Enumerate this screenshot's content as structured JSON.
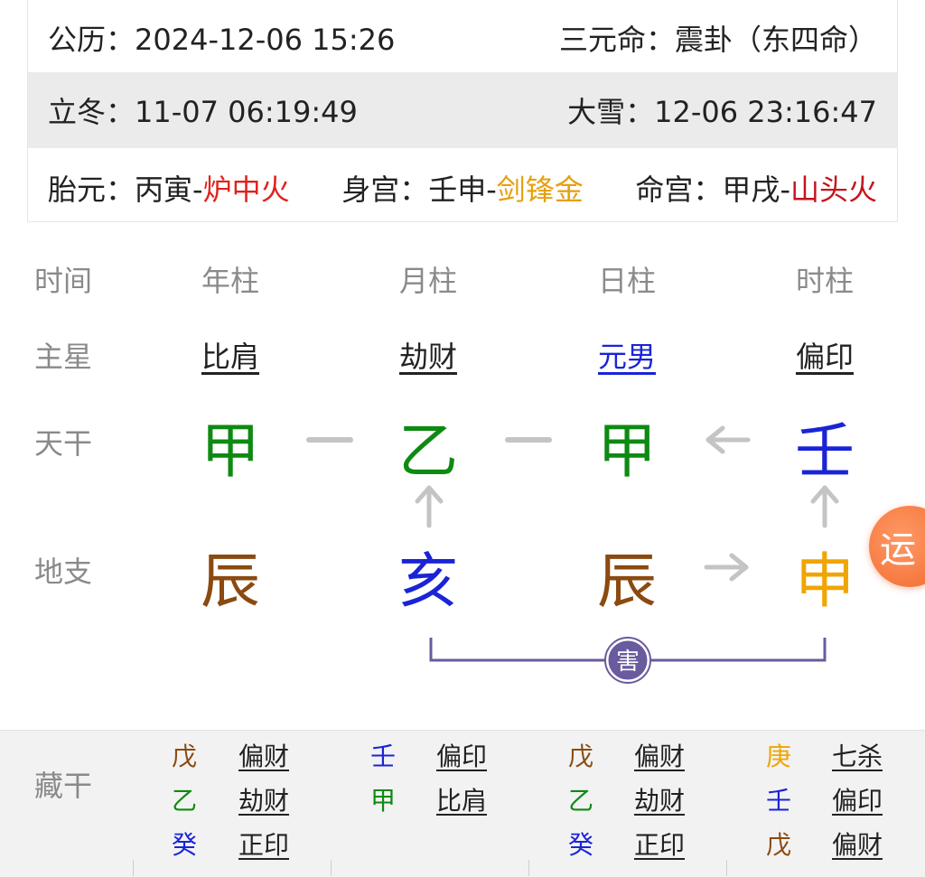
{
  "info": {
    "solar_label": "公历：",
    "solar_value": "2024-12-06 15:26",
    "sanyuan_label": "三元命：",
    "sanyuan_value": "震卦（东四命）",
    "term1_label": "立冬：",
    "term1_value": "11-07 06:19:49",
    "term2_label": "大雪：",
    "term2_value": "12-06 23:16:47",
    "taiyuan_label": "胎元：",
    "taiyuan_value": "丙寅",
    "taiyuan_sep": "-",
    "taiyuan_nayin": "炉中火",
    "shengong_label": "身宫：",
    "shengong_value": "壬申",
    "shengong_sep": "-",
    "shengong_nayin": "剑锋金",
    "minggong_label": "命宫：",
    "minggong_value": "甲戌",
    "minggong_sep": "-",
    "minggong_nayin": "山头火"
  },
  "rows": {
    "time": "时间",
    "main_star": "主星",
    "tiangan": "天干",
    "dizhi": "地支",
    "canggan": "藏干"
  },
  "pillars": [
    {
      "head": "年柱",
      "star": "比肩",
      "gan": "甲",
      "zhi": "辰"
    },
    {
      "head": "月柱",
      "star": "劫财",
      "gan": "乙",
      "zhi": "亥"
    },
    {
      "head": "日柱",
      "star": "元男",
      "gan": "甲",
      "zhi": "辰"
    },
    {
      "head": "时柱",
      "star": "偏印",
      "gan": "壬",
      "zhi": "申"
    }
  ],
  "relation": {
    "label": "害"
  },
  "canggan": [
    [
      {
        "stem": "戊",
        "god": "偏财"
      },
      {
        "stem": "乙",
        "god": "劫财"
      },
      {
        "stem": "癸",
        "god": "正印"
      }
    ],
    [
      {
        "stem": "壬",
        "god": "偏印"
      },
      {
        "stem": "甲",
        "god": "比肩"
      }
    ],
    [
      {
        "stem": "戊",
        "god": "偏财"
      },
      {
        "stem": "乙",
        "god": "劫财"
      },
      {
        "stem": "癸",
        "god": "正印"
      }
    ],
    [
      {
        "stem": "庚",
        "god": "七杀"
      },
      {
        "stem": "壬",
        "god": "偏印"
      },
      {
        "stem": "戊",
        "god": "偏财"
      }
    ]
  ],
  "float_button": "运",
  "colors": {
    "wood": "#0e8a12",
    "water": "#1a24d6",
    "earth": "#8b4a10",
    "metal": "#f0a500",
    "fire": "#e0221c",
    "relation_line": "#6a5a9e"
  }
}
